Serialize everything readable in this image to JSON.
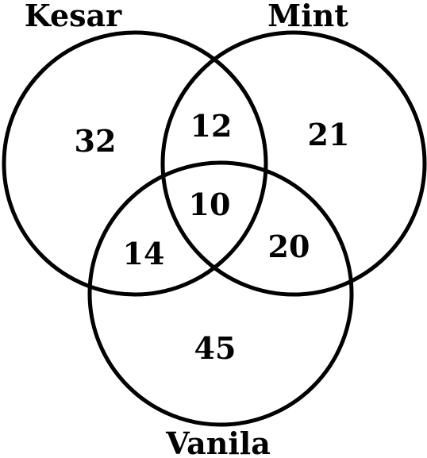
{
  "sets": {
    "kesar": "Kesar",
    "mint": "Mint",
    "vanila": "Vanila"
  },
  "regions": {
    "kesar_only": "32",
    "mint_only": "21",
    "vanila_only": "45",
    "kesar_mint": "12",
    "kesar_vanila": "14",
    "mint_vanila": "20",
    "all_three": "10"
  },
  "colors": {
    "stroke": "#000000",
    "background": "#ffffff"
  }
}
